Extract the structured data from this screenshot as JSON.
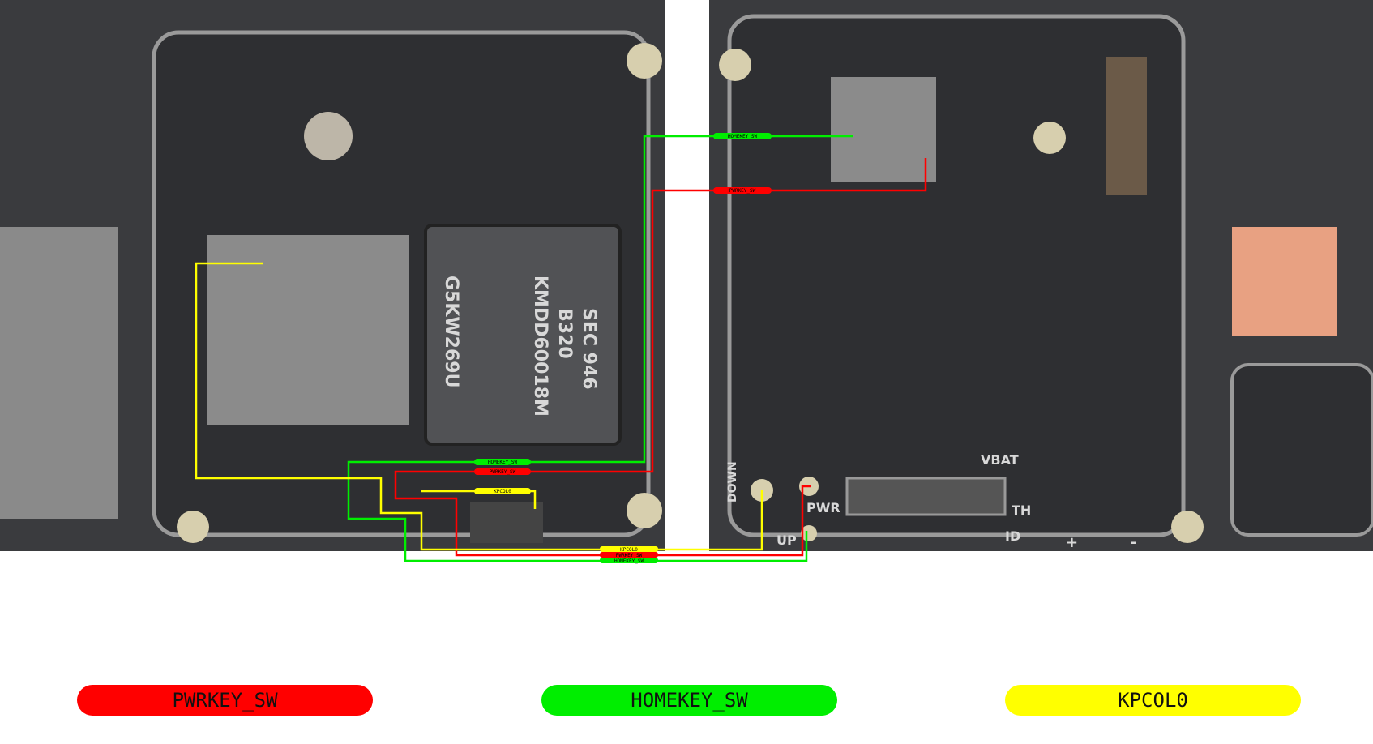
{
  "nets": [
    {
      "name": "PWRKEY_SW",
      "color": "#ff0000"
    },
    {
      "name": "HOMEKEY_SW",
      "color": "#00ee00"
    },
    {
      "name": "KPCOL0",
      "color": "#ffff00"
    }
  ],
  "board_labels": {
    "chip_line1": "SEC 946",
    "chip_line2": "B320",
    "chip_line3": "KMDD60018M",
    "chip_line4": "G5KW269U",
    "vbat": "VBAT",
    "th": "TH",
    "id": "ID",
    "pwr": "PWR",
    "up": "UP",
    "down": "DOWN",
    "plus": "+",
    "minus": "-"
  }
}
